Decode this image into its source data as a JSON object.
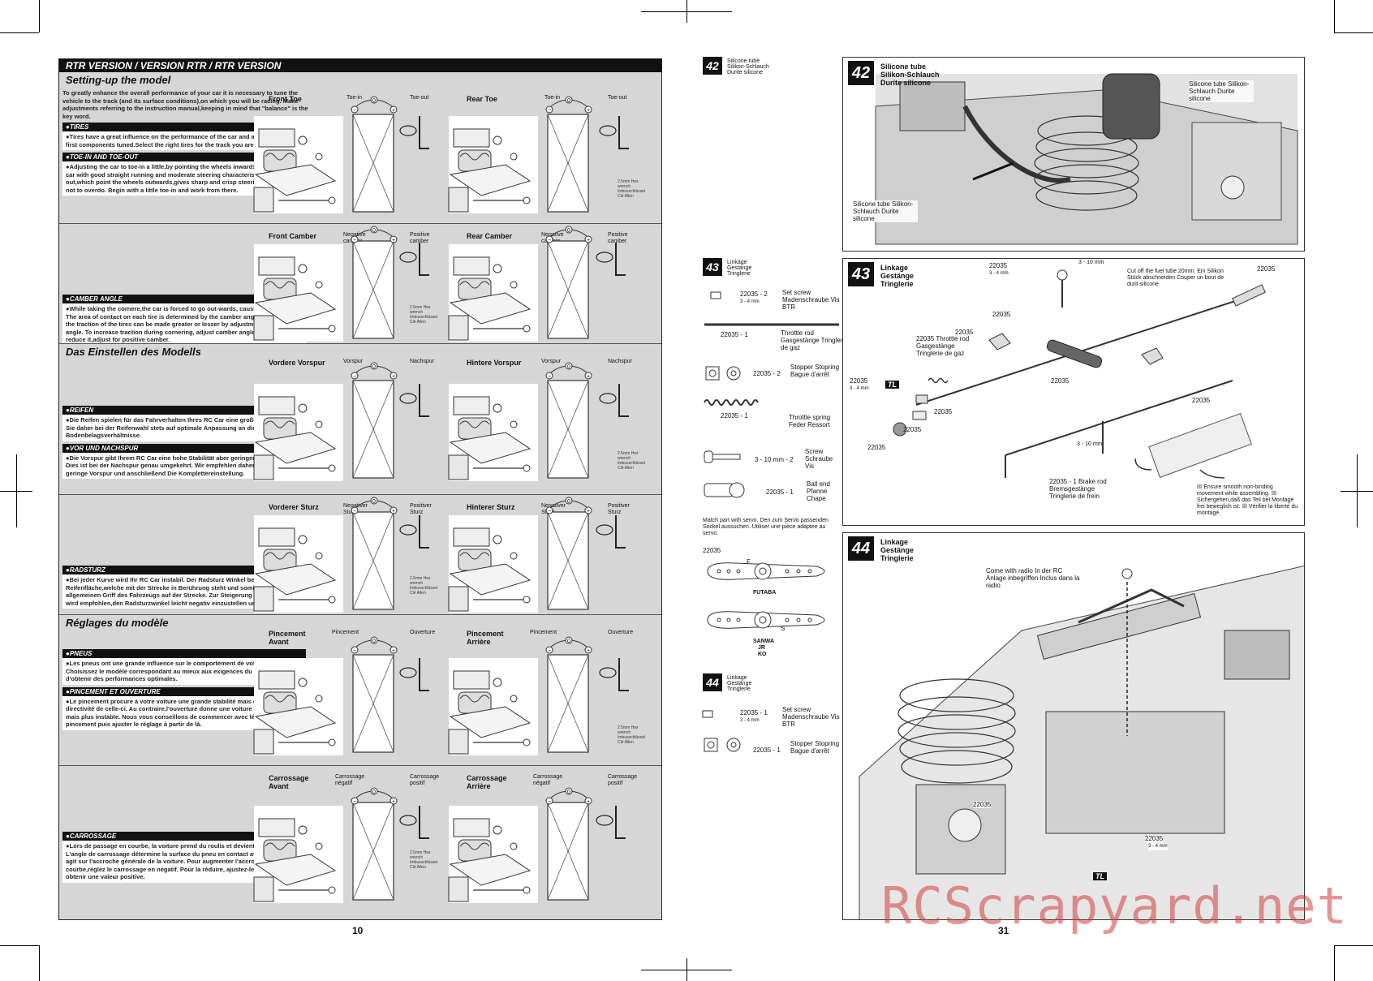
{
  "left_page": {
    "banner": "RTR VERSION / VERSION RTR / RTR VERSION",
    "page_number": "10",
    "sections": {
      "en_title": "Setting-up the model",
      "de_title": "Das Einstellen des Modells",
      "fr_title": "Réglages du modèle"
    },
    "intro": "To greatly enhance the overall performance of your car it is necessary to tune the vehicle to the track (and its surface conditions),on which you will be racing. Make adjustments referring to the instruction manual,keeping in mind that \"balance\" is the key word.",
    "tires_head": "●TIRES",
    "tires_text": "●Tires have a great influence on the performance of the car and are normally the first components tuned.Select the right tires for the track you are racing on.",
    "toe_head": "●TOE-IN AND TOE-OUT",
    "toe_text": "●Adjusting the car to toe-in a little,by pointing the wheels inwards,provides the car with good straight running and moderate steering characteristics. Toe-out,which point the wheels outwards,gives sharp and crisp steering. Take care not to overdo. Begin with a little toe-in and work from there.",
    "camber_head": "●CAMBER ANGLE",
    "camber_text": "●While taking the cornere,the car is forced to go out-wards, causing instability. The area of contact on each tire is determined by the camber angle, and therefore the traction of the tires can be made greater or lesser by adjustment of camber angle. To increase traction during cornering, adjust camber angle negative,and reduce it,adjust for positive camber.",
    "reifen_head": "●REIFEN",
    "reifen_text": "●Die Reifen spielen für das Fahrverhalten Ihres RC Car eine große Rolle. Achten Sie daher bei der Reifenwahl stets auf optimale Anpassung an die Bodenbelagsverhältnisse.",
    "vorspur_head": "●VOR UND NACHSPUR",
    "vorspur_text": "●Die Vorspur gibt Ihrem RC Car eine hohe Stabilität aber geringere Wendigkeit. Dies ist bei der Nachspur genau umgekehrt. Wir empfehlen daher zunächst eine geringe Vorspur und anschließend Die Komplettereinstellung.",
    "radsturz_head": "●RADSTURZ",
    "radsturz_text": "●Bei jeder Kurve wird Ihr RC Car instabil. Der Radsturz Winkel bestimmt die Reifenfläche,welche mit der Strecke in Berührung steht und somit den allgemeinen Griff des Fahrzeugs auf der Strecke. Zur Steigerung dieses Griffs wird empfohlen,den Radsturzwinkel leicht negativ einzustellen und umgekehrt.",
    "pneus_head": "●PNEUS",
    "pneus_text": "●Les pneus ont une grande influence sur le comportement de votre voiture. Choisissez le modèle correspondant au mieux aux exigences du circuit afin d'obtenir des performances optimales.",
    "pincement_head": "●PINCEMENT ET OUVERTURE",
    "pincement_text": "●Le pincement procure à votre voiture une grande stabilité mais diminue la directivité de celle-ci. Au contraire,l'ouverture donne une voiture très directive mais plus instable. Nous vous conseillons de commencer avec légèrement de pincement puis ajuster le réglage à partir de là.",
    "carrossage_head": "●CARROSSAGE",
    "carrossage_text": "●Lors de passage en courbe, la voiture prend du roulis et devient instable. L'angle de carrossage détermine la surface du pneu en contact avec la piste et agit sur l'accroche générale de la voiture. Pour augmenter l'accroche en courbe,réglez le carrossage en négatif. Pour la réduire, ajustez-le de manière à obtenir une valeur positive.",
    "diagrams": {
      "r1a": "Front Toe",
      "r1b": "Rear Toe",
      "r1_l": "Toe-in",
      "r1_r": "Toe-out",
      "r2a": "Front Camber",
      "r2b": "Rear Camber",
      "r2_l": "Negative camber",
      "r2_r": "Positive camber",
      "r3a": "Vordere Vorspur",
      "r3b": "Hintere Vorspur",
      "r3_l": "Vorspur",
      "r3_r": "Nachspur",
      "r4a": "Vorderer Sturz",
      "r4b": "Hinterer Sturz",
      "r4_l": "Negativer Sturz",
      "r4_r": "Positiver Sturz",
      "r5a": "Pincement Avant",
      "r5b": "Pincement Arrière",
      "r5_l": "Pincement",
      "r5_r": "Ouverture",
      "r6a": "Carrossage Avant",
      "r6b": "Carrossage Arrière",
      "r6_l": "Carrossage négatif",
      "r6_r": "Carrossage positif",
      "zero": "0",
      "wrench": "2.5mm Hex wrench Imbusschlüssel Clé Allen"
    }
  },
  "right_page": {
    "page_number": "31",
    "watermark": "RCScrapyard.net",
    "step42": {
      "num": "42",
      "title_en": "Silicone tube",
      "title_de": "Silikon-Schlauch",
      "title_fr": "Durite silicone"
    },
    "step43": {
      "num": "43",
      "title_en": "Linkage",
      "title_de": "Gestänge",
      "title_fr": "Tringlerie"
    },
    "step44": {
      "num": "44",
      "title_en": "Linkage",
      "title_de": "Gestänge",
      "title_fr": "Tringlerie"
    },
    "parts43": [
      {
        "num": "22035 - 2",
        "size": "3 - 4 mm",
        "desc": "Set screw Madenschraube Vis BTR"
      },
      {
        "num": "22035 - 1",
        "size": "",
        "desc": "Throttle rod Gasgestänge Tringlerie de gaz"
      },
      {
        "num": "22035 - 2",
        "size": "",
        "desc": "Stopper Stopring Bague d'arrêt"
      },
      {
        "num": "22035 - 1",
        "size": "",
        "desc": "Throttle spring Feder Ressort"
      },
      {
        "num": "3 - 10 mm - 2",
        "size": "",
        "desc": "Screw Schraube Vis"
      },
      {
        "num": "22035 - 1",
        "size": "",
        "desc": "Ball end Pfanne Chape"
      }
    ],
    "servo_note": "Match part with servo. Den zum Servo passenden Sockel aussuchen. Utiliser une pièce adaptee au servo.",
    "servo_part": "22035",
    "servo_f": "F",
    "servo_s": "S",
    "futaba": "FUTABA",
    "sanwa": "SANWA",
    "jr": "JR",
    "ko": "KO",
    "parts44": [
      {
        "num": "22035 - 1",
        "size": "3 - 4 mm",
        "desc": "Set screw Madenschraube Vis BTR"
      },
      {
        "num": "22035 - 1",
        "size": "",
        "desc": "Stopper Stopring Bague d'arrêt"
      }
    ],
    "p42_label_a": "Silicone tube Silikon-Schlauch Durite silicone",
    "p42_label_b": "Silicone tube Silikon-Schlauch Durite silicone",
    "p43_cut": "Cut off the fuel tube 20mm. Ein Silikon Stück abschneiden Couper un bout de durit silicone",
    "p43_throttle": "22035 Throttle rod Gasgestänge Tringlerie de gaz",
    "p43_brake": "22035 - 1 Brake rod Bremsgestänge Tringlerie de frein",
    "p43_check": "☒ Ensure smooth non-binding movement while assembling. ☒ Sichergehen,daß das Teil bei Montage frei beweglich ist. ☒ Vérifier la liberté du montage.",
    "p43_part": "22035",
    "p43_screw": "3 - 10 mm",
    "p43_setscrew": "3 - 4 mm",
    "p44_radio": "Come with radio In der RC Anlage inbegriffen Inclus dans la radio",
    "p44_part": "22035",
    "p44_setscrew": "3 - 4 mm",
    "tl": "TL"
  }
}
